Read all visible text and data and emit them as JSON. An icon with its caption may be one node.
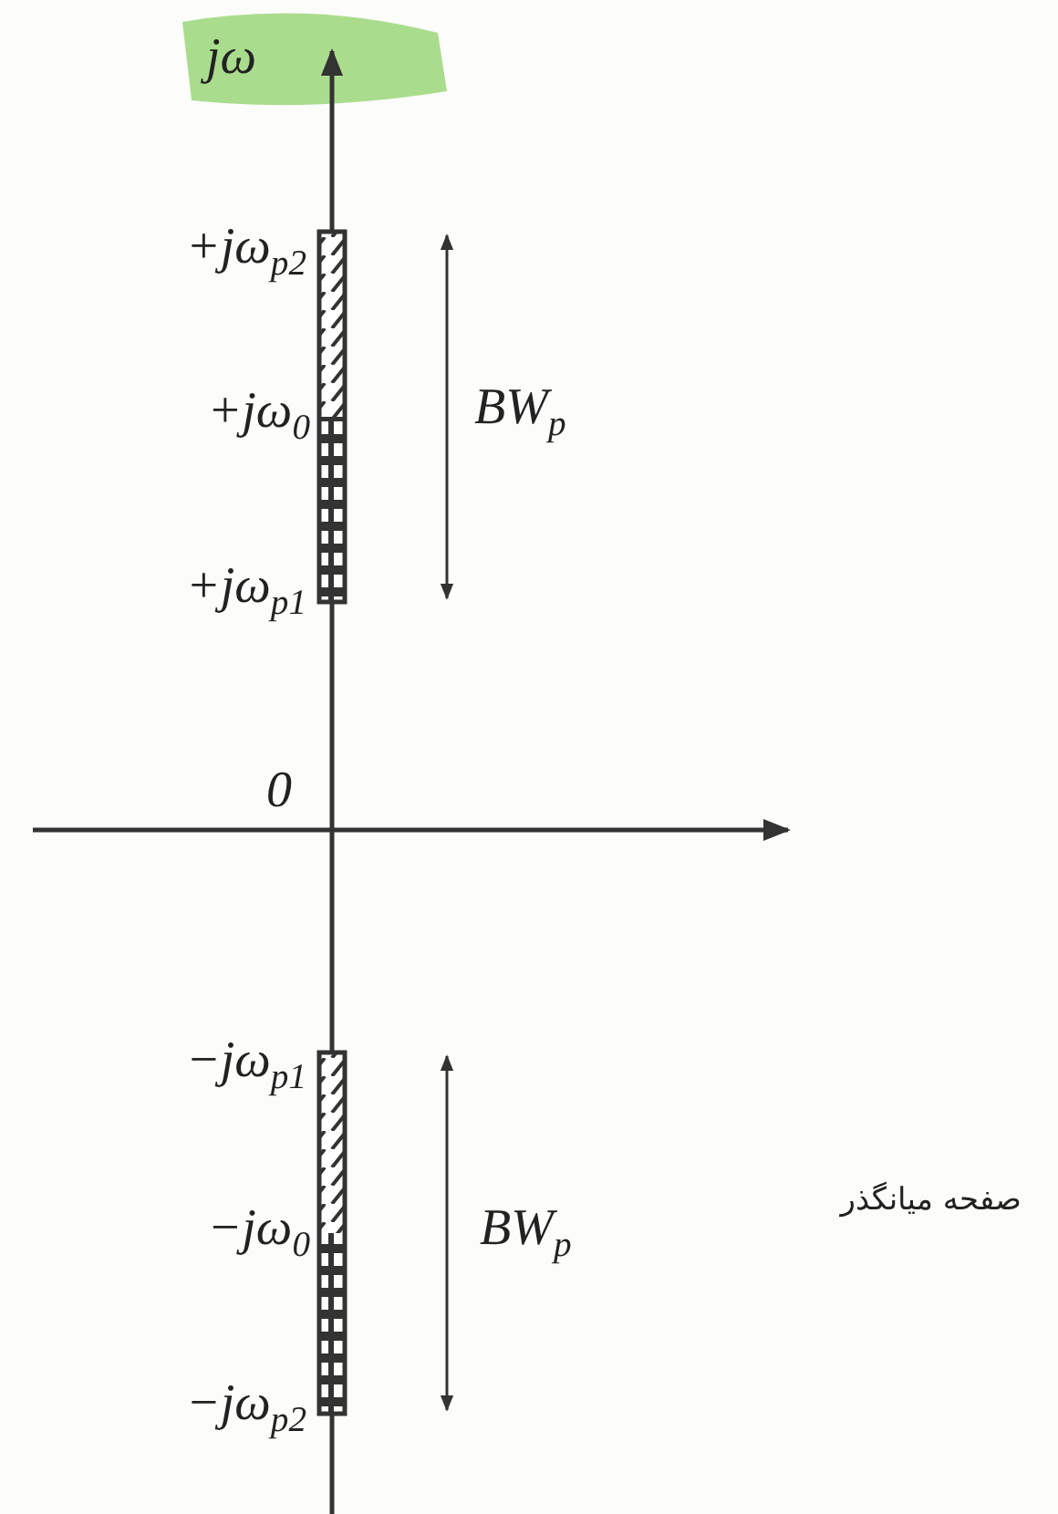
{
  "diagram": {
    "labels": [
      "jω",
      "+jω$_{p2}$",
      "BW$_{p}$",
      "+jω$_{0}$",
      "+jω$_{p1}$",
      "0",
      "−jω$_{p1}$",
      "−jω$_{0}$",
      "BW$_{p}$",
      "صفحه میانگذر",
      "−jω$_{p2}$"
    ]
  }
}
